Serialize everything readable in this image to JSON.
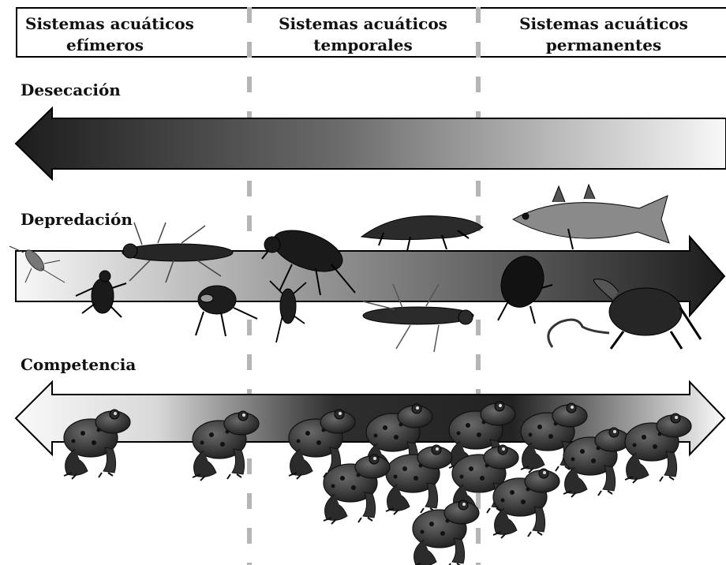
{
  "headers": {
    "ephemeral": {
      "line1": "Sistemas acuáticos",
      "line2": "efímeros"
    },
    "temporary": {
      "line1": "Sistemas acuáticos",
      "line2": "temporales"
    },
    "permanent": {
      "line1": "Sistemas acuáticos",
      "line2": "permanentes"
    }
  },
  "gradients": [
    {
      "label": "Desecación",
      "direction": "left",
      "dark_end": "left"
    },
    {
      "label": "Depredación",
      "direction": "right",
      "dark_end": "right"
    },
    {
      "label": "Competencia",
      "direction": "both",
      "dark_end": "center-right"
    }
  ],
  "colors": {
    "dark": "#1c1c1c",
    "light": "#f4f4f4",
    "divider": "#b5b5b5"
  },
  "organisms": {
    "predators": [
      "mosquito",
      "water-bug",
      "dragonfly-larva",
      "diving-beetle",
      "water-beetle",
      "newt",
      "stickleback-fish",
      "diving-beetle",
      "snake",
      "turtle"
    ],
    "competitors": [
      "frog"
    ]
  }
}
